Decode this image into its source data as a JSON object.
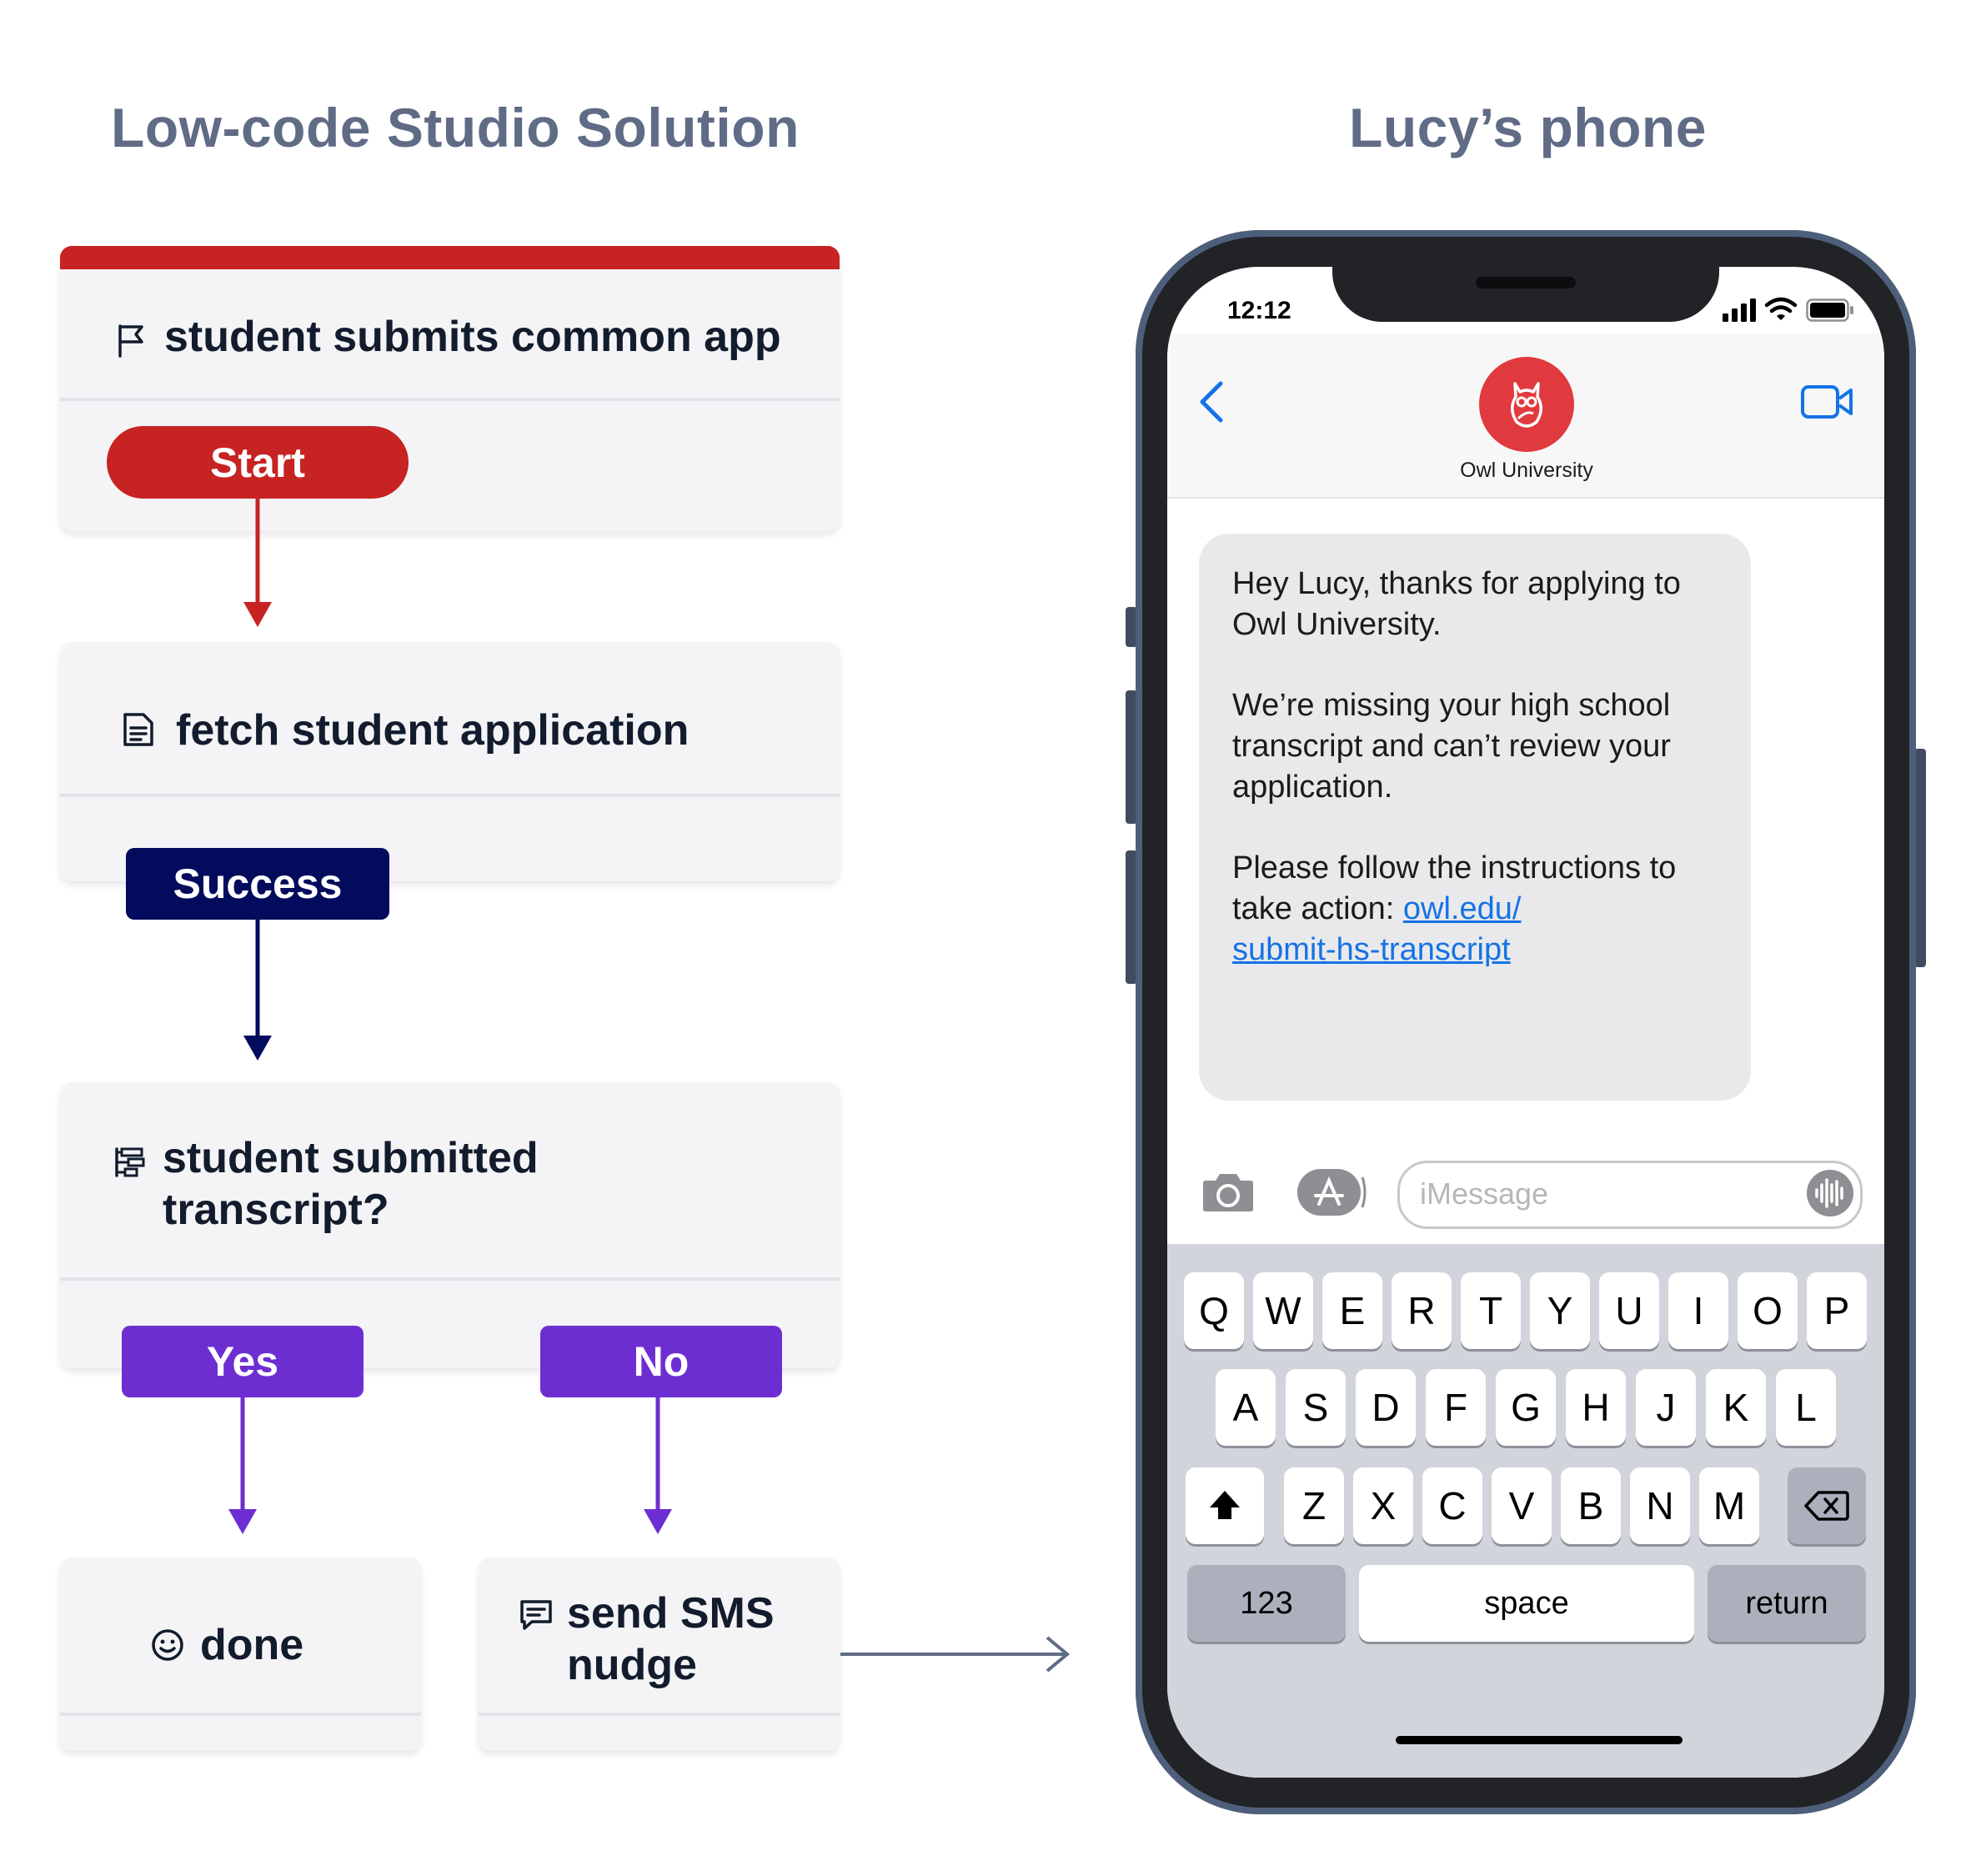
{
  "headings": {
    "left": "Low-code Studio Solution",
    "right": "Lucy’s phone"
  },
  "flow": {
    "trigger": {
      "title": "student submits common app",
      "pill": "Start",
      "icon": "flag-icon"
    },
    "fetch": {
      "title": "fetch student application",
      "pill": "Success",
      "icon": "document-icon"
    },
    "split": {
      "title_line1": "student submitted",
      "title_line2": "transcript?",
      "icon": "split-branch-icon",
      "pill_yes": "Yes",
      "pill_no": "No"
    },
    "done": {
      "title": "done",
      "icon": "smiley-icon"
    },
    "sms": {
      "title_line1": "send SMS",
      "title_line2": "nudge",
      "icon": "chat-icon"
    },
    "colors": {
      "start": "#c72323",
      "success": "#030b5d",
      "branch": "#6d2ed1",
      "connector": "#606b85"
    }
  },
  "phone": {
    "time": "12:12",
    "contact_name": "Owl University",
    "message": {
      "p1": "Hey Lucy, thanks for applying to Owl University.",
      "p2": "We’re missing your high school transcript and can’t review your application.",
      "p3_text": "Please follow the instructions to take action: ",
      "link_line1": "owl.edu/",
      "link_line2": "submit-hs-transcript"
    },
    "input_placeholder": "iMessage",
    "keyboard": {
      "row1": [
        "Q",
        "W",
        "E",
        "R",
        "T",
        "Y",
        "U",
        "I",
        "O",
        "P"
      ],
      "row2": [
        "A",
        "S",
        "D",
        "F",
        "G",
        "H",
        "J",
        "K",
        "L"
      ],
      "row3": [
        "Z",
        "X",
        "C",
        "V",
        "B",
        "N",
        "M"
      ],
      "numbers_key": "123",
      "space_key": "space",
      "return_key": "return"
    }
  }
}
